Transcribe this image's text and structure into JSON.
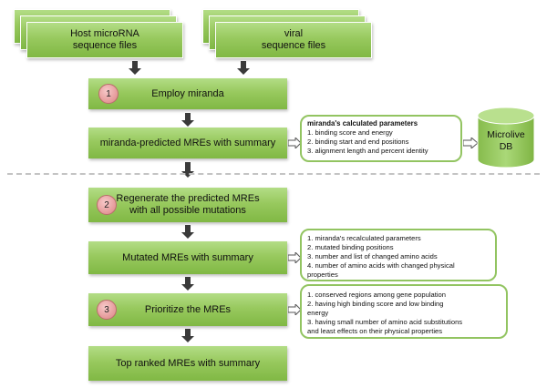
{
  "inputs": {
    "host": {
      "line1": "Host microRNA",
      "line2": "sequence files"
    },
    "viral": {
      "line1": "viral",
      "line2": "sequence files"
    }
  },
  "steps": [
    {
      "badge": "1",
      "label": "Employ miranda"
    },
    {
      "label": "miranda-predicted MREs with summary"
    },
    {
      "badge": "2",
      "line1": "Regenerate the predicted MREs",
      "line2": "with all possible mutations"
    },
    {
      "label": "Mutated MREs with summary"
    },
    {
      "badge": "3",
      "label": "Prioritize the MREs"
    },
    {
      "label": "Top ranked MREs with summary"
    }
  ],
  "notes": {
    "miranda_params": {
      "title": "miranda's calculated parameters",
      "items": [
        "1. binding score and energy",
        "2. binding start and end positions",
        "3. alignment length and percent identity"
      ]
    },
    "mutated": {
      "items": [
        "1. miranda's recalculated parameters",
        "2. mutated binding positions",
        "3. number and list of changed amino acids",
        "4. number of amino acids with changed physical",
        "properties"
      ]
    },
    "prioritize": {
      "items": [
        "1. conserved regions among gene population",
        "2. having high binding score and low binding",
        "energy",
        "3. having small number of amino acid substitutions",
        "and least effects on their physical properties"
      ]
    }
  },
  "database": {
    "line1": "Microlive",
    "line2": "DB"
  },
  "colors": {
    "box_fill": "#98c95e",
    "border": "#92c461",
    "badge": "#e49898",
    "arrow": "#3a3a3a"
  }
}
